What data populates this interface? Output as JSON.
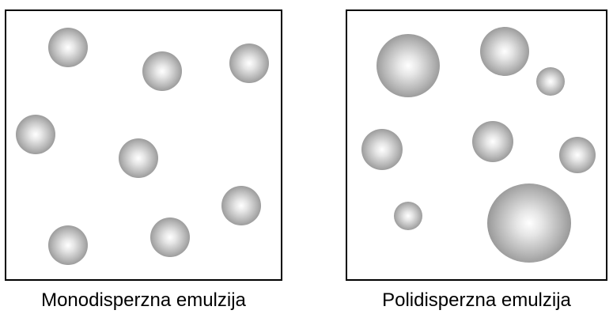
{
  "diagram": {
    "panels": [
      {
        "id": "mono",
        "caption": "Monodisperzna emulzija"
      },
      {
        "id": "poly",
        "caption": "Polidisperzna emulzija"
      }
    ],
    "colors": {
      "border": "#000000",
      "droplet_center": "#ffffff",
      "droplet_edge": "#7a7a7a",
      "background": "#ffffff"
    }
  }
}
